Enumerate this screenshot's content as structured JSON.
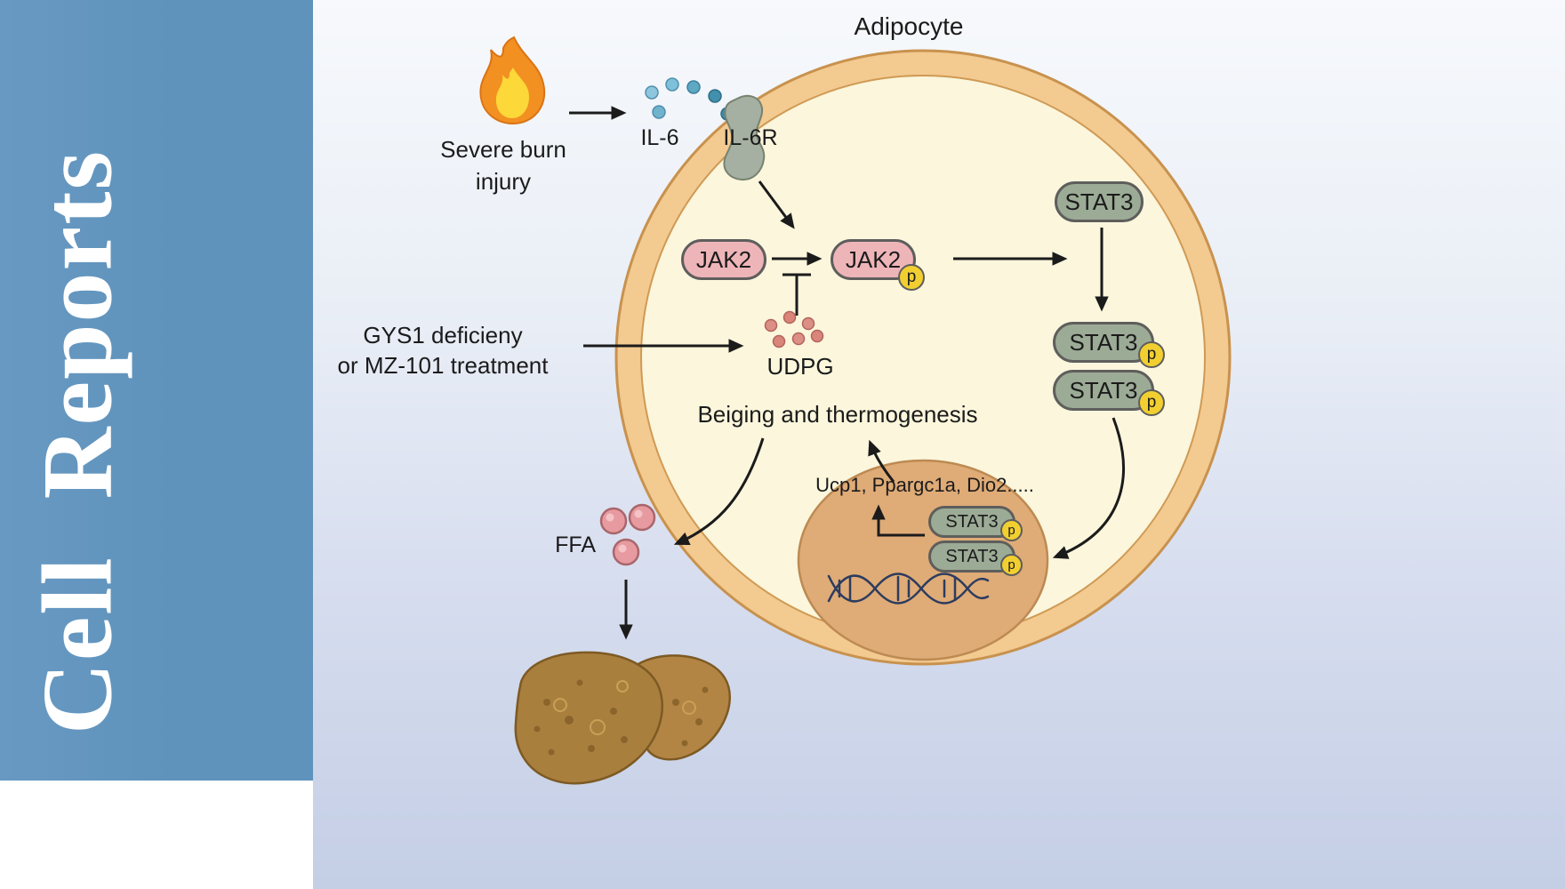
{
  "journal": {
    "name": "Cell Reports"
  },
  "figure": {
    "title": "Adipocyte",
    "burn_line1": "Severe burn",
    "burn_line2": "injury",
    "il6": "IL-6",
    "il6r": "IL-6R",
    "jak2": "JAK2",
    "stat3": "STAT3",
    "p": "p",
    "gys1_line1": "GYS1 deficieny",
    "gys1_line2": "or MZ-101 treatment",
    "udpg": "UDPG",
    "beiging": "Beiging and thermogenesis",
    "genes": "Ucp1, Ppargc1a, Dio2.....",
    "ffa": "FFA",
    "colors": {
      "sidebar_blue": "#5f93bc",
      "membrane_tan": "#f3ca90",
      "cytoplasm_cream": "#fbf6dc",
      "nucleus_tan": "#dfab77",
      "pill_pink": "#eeb5b9",
      "pill_green": "#9cab96",
      "phospho_yellow": "#f2cf30",
      "il6_blue": "#5fa8c4",
      "udpg_red": "#dc8f85",
      "ffa_pink": "#e79ba0",
      "liver_brown": "#a97f3e"
    }
  }
}
